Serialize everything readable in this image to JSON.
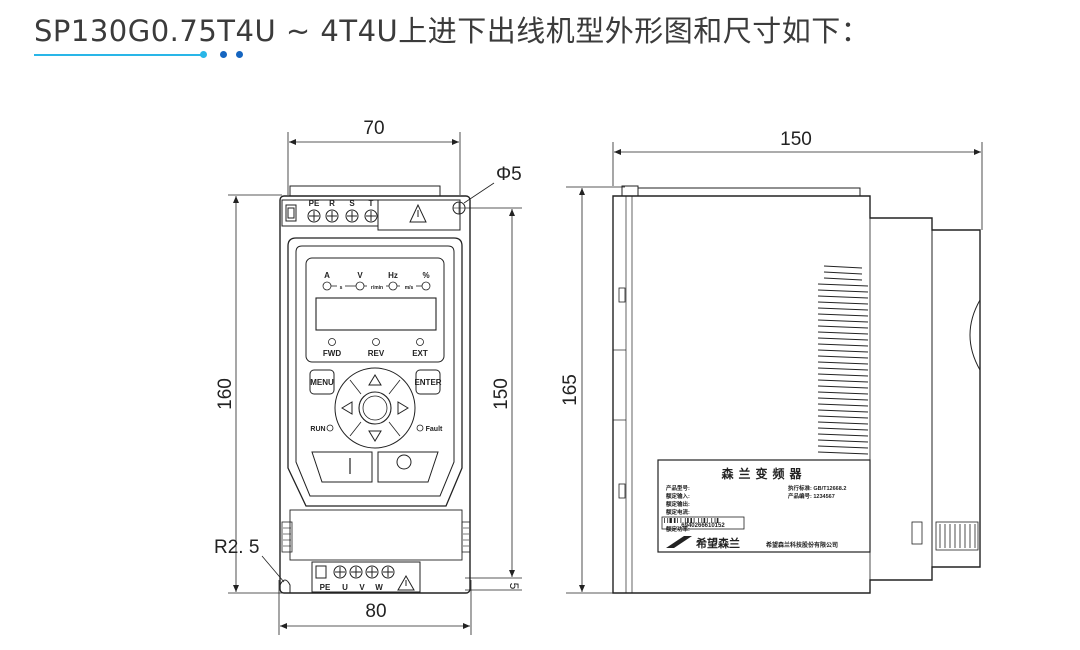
{
  "header": {
    "title": "SP130G0.75T4U ~ 4T4U上进下出线机型外形图和尺寸如下：",
    "accent_color": "#29b6e8",
    "dot_color": "#1565c0"
  },
  "front_view": {
    "dim_top_width": "70",
    "dim_bottom_width": "80",
    "dim_left_height": "160",
    "dim_right_height": "150",
    "dim_hole": "Φ5",
    "dim_radius": "R2. 5",
    "dim_bottom_offset": "5",
    "top_terminals": [
      "PE",
      "R",
      "S",
      "T"
    ],
    "bottom_terminals": [
      "PE",
      "U",
      "V",
      "W"
    ],
    "indicators": [
      "A",
      "V",
      "Hz",
      "%"
    ],
    "indicator_units": [
      "s",
      "r/min",
      "m/s"
    ],
    "run_leds": [
      "FWD",
      "REV",
      "EXT"
    ],
    "key_menu": "MENU",
    "key_enter": "ENTER",
    "run_label": "RUN",
    "fault_label": "Fault"
  },
  "side_view": {
    "dim_depth": "150",
    "dim_height": "165",
    "label_brand": "森兰变频器",
    "label_fields_left": [
      "产品型号:",
      "额定输入:",
      "额定输出:",
      "额定电流:",
      "额定功率:"
    ],
    "label_fields_right": [
      "执行标准: GB/T12668.2",
      "产品编号: 1234567"
    ],
    "label_barcode": "6940266610152",
    "label_company": "希望森兰科技股份有限公司",
    "label_logo": "希望森兰"
  }
}
